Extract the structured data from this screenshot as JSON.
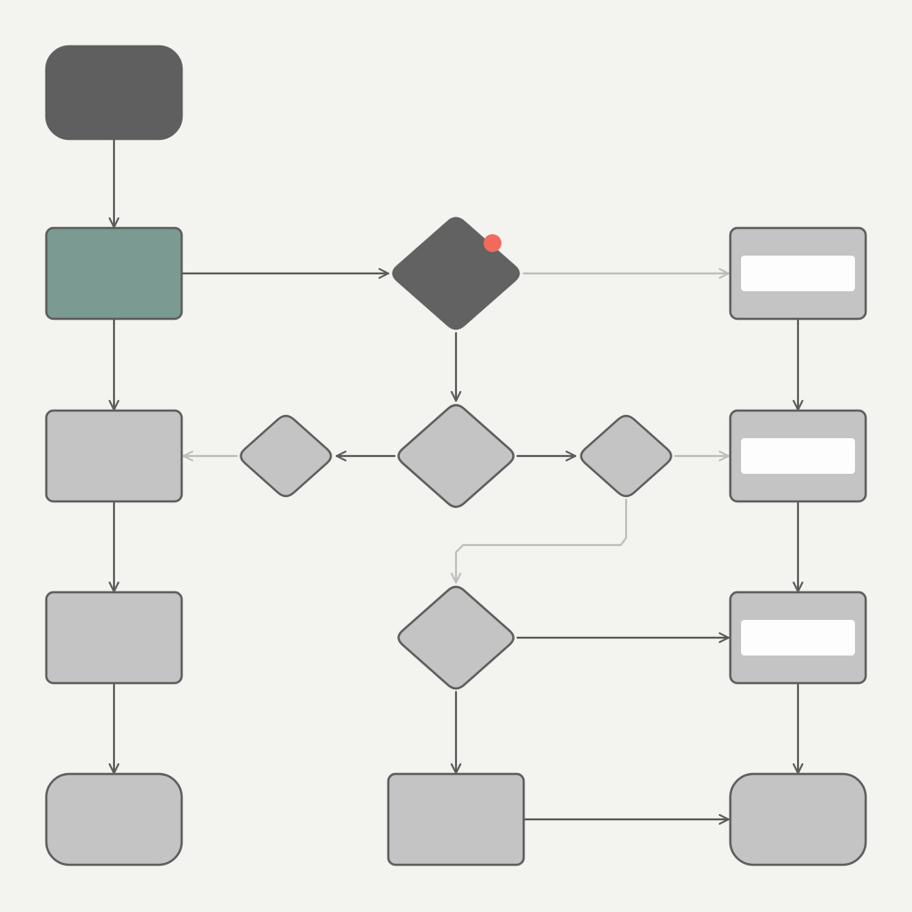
{
  "colors": {
    "background": "#f3f3ef",
    "start_fill": "#5f5f5f",
    "active_fill": "#7a9a92",
    "node_fill": "#c4c4c4",
    "panel_fill": "#fdfdfd",
    "decision_dark_fill": "#626262",
    "stroke": "#5e5e5e",
    "connector": "#5a5a5a",
    "connector_faded": "#bdbdbd",
    "status_dot": "#f16a5c"
  },
  "nodes": [
    {
      "id": "start",
      "shape": "terminal",
      "state": "start"
    },
    {
      "id": "step-1",
      "shape": "process",
      "state": "active"
    },
    {
      "id": "decision-main",
      "shape": "decision",
      "state": "dark",
      "status_dot": true
    },
    {
      "id": "output-1",
      "shape": "process-panel",
      "state": "default"
    },
    {
      "id": "step-2",
      "shape": "process",
      "state": "default"
    },
    {
      "id": "decision-left",
      "shape": "decision",
      "state": "default"
    },
    {
      "id": "decision-center",
      "shape": "decision",
      "state": "default"
    },
    {
      "id": "decision-right",
      "shape": "decision",
      "state": "default"
    },
    {
      "id": "output-2",
      "shape": "process-panel",
      "state": "default"
    },
    {
      "id": "step-3",
      "shape": "process",
      "state": "default"
    },
    {
      "id": "decision-lower",
      "shape": "decision",
      "state": "default"
    },
    {
      "id": "output-3",
      "shape": "process-panel",
      "state": "default"
    },
    {
      "id": "end-left",
      "shape": "terminal",
      "state": "default"
    },
    {
      "id": "step-4",
      "shape": "process",
      "state": "default"
    },
    {
      "id": "end-right",
      "shape": "terminal",
      "state": "default"
    }
  ],
  "edges": [
    {
      "from": "start",
      "to": "step-1",
      "style": "solid"
    },
    {
      "from": "step-1",
      "to": "decision-main",
      "style": "solid"
    },
    {
      "from": "decision-main",
      "to": "output-1",
      "style": "faded"
    },
    {
      "from": "step-1",
      "to": "step-2",
      "style": "solid"
    },
    {
      "from": "decision-main",
      "to": "decision-center",
      "style": "solid"
    },
    {
      "from": "output-1",
      "to": "output-2",
      "style": "solid"
    },
    {
      "from": "decision-left",
      "to": "step-2",
      "style": "faded"
    },
    {
      "from": "decision-center",
      "to": "decision-left",
      "style": "solid"
    },
    {
      "from": "decision-center",
      "to": "decision-right",
      "style": "solid"
    },
    {
      "from": "decision-right",
      "to": "output-2",
      "style": "faded"
    },
    {
      "from": "decision-right",
      "to": "decision-lower",
      "style": "faded"
    },
    {
      "from": "step-2",
      "to": "step-3",
      "style": "solid"
    },
    {
      "from": "output-2",
      "to": "output-3",
      "style": "solid"
    },
    {
      "from": "decision-lower",
      "to": "output-3",
      "style": "solid"
    },
    {
      "from": "step-3",
      "to": "end-left",
      "style": "solid"
    },
    {
      "from": "decision-lower",
      "to": "step-4",
      "style": "solid"
    },
    {
      "from": "output-3",
      "to": "end-right",
      "style": "solid"
    },
    {
      "from": "step-4",
      "to": "end-right",
      "style": "solid"
    }
  ]
}
